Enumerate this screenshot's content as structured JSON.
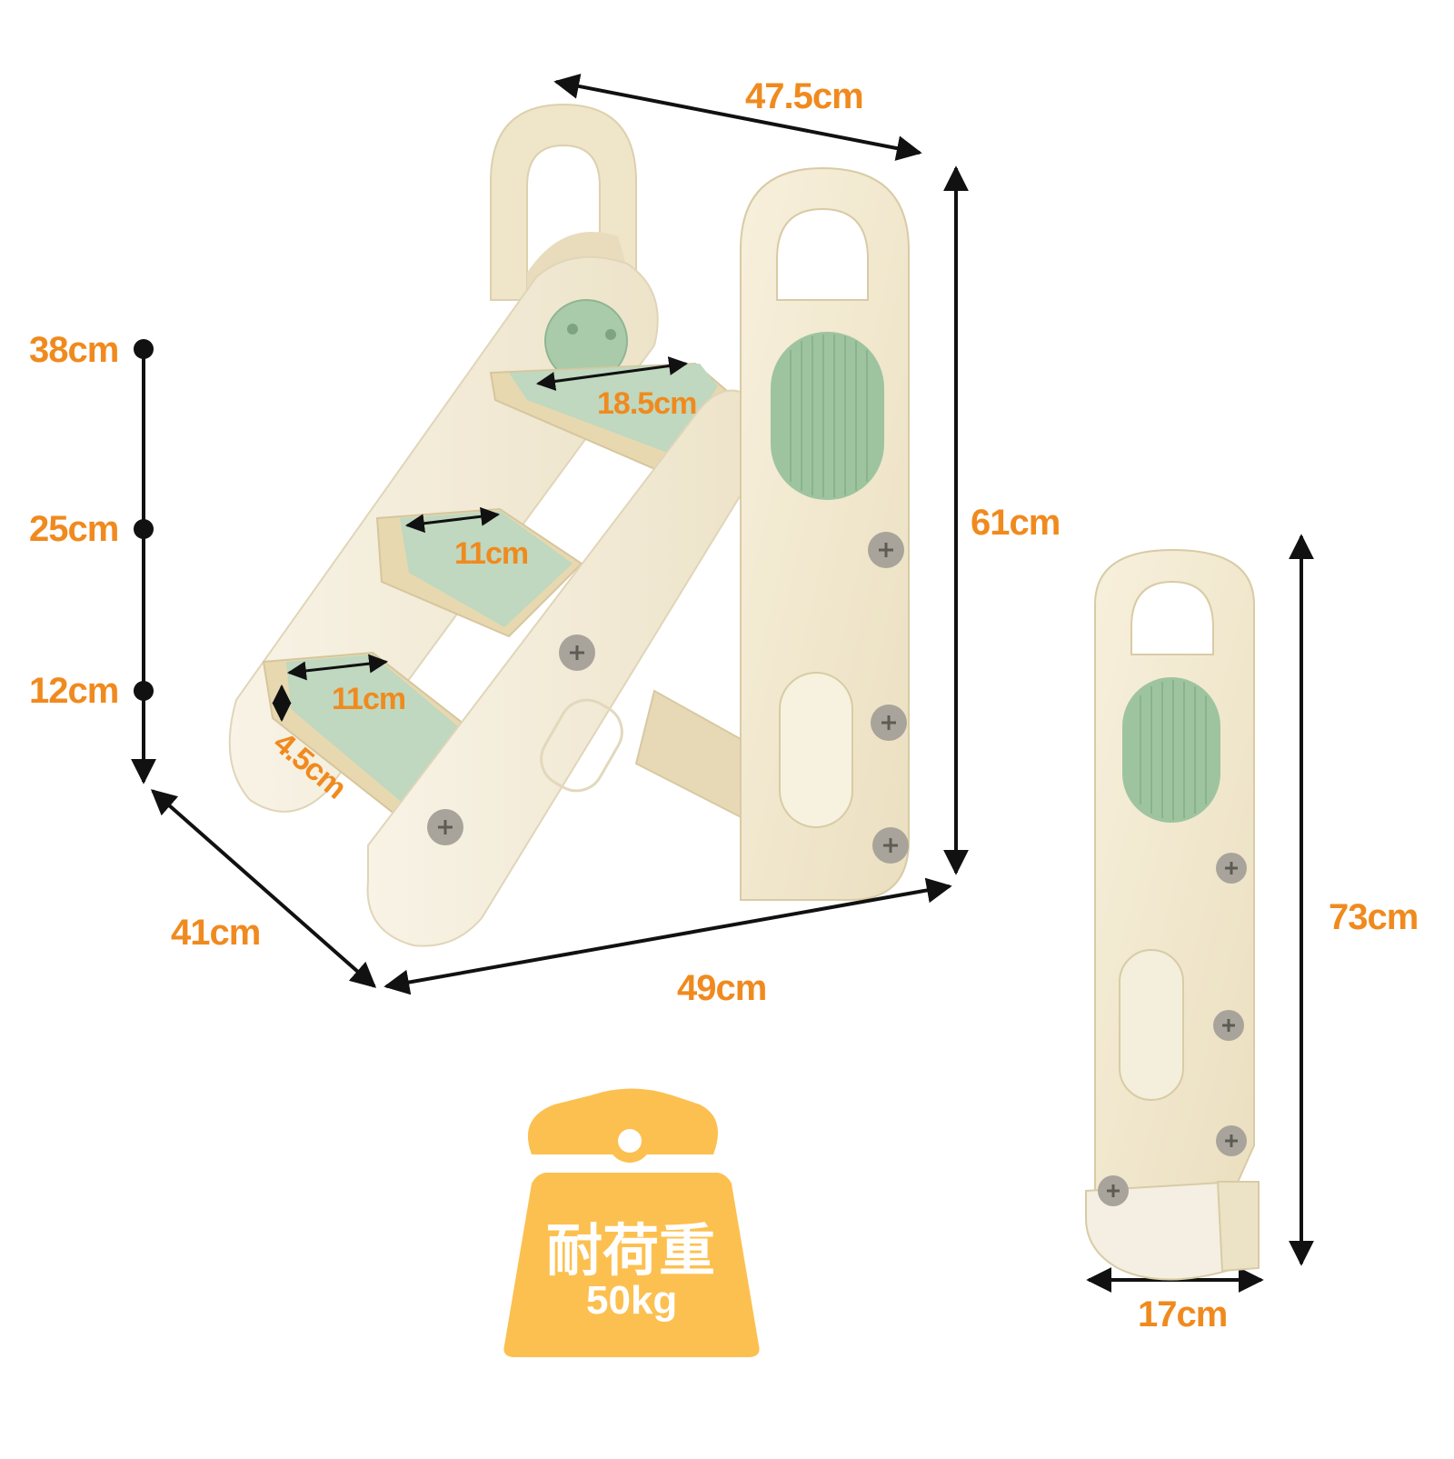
{
  "dimensions": {
    "top_width": "47.5cm",
    "height": "61cm",
    "base_width": "49cm",
    "depth": "41cm",
    "step_top_width": "18.5cm",
    "step_mid_width": "11cm",
    "step_low_width": "11cm",
    "step_thickness": "4.5cm",
    "step_height_top": "38cm",
    "step_height_mid": "25cm",
    "step_height_low": "12cm",
    "folded_height": "73cm",
    "folded_width": "17cm"
  },
  "load_badge": {
    "title": "耐荷重",
    "value": "50kg",
    "icon": "weight-icon"
  },
  "colors": {
    "label": "#f08a1e",
    "body": "#f3ead2",
    "tread": "#bfd8bf",
    "knob": "#9ec49f",
    "badge": "#fcc050",
    "screw": "#a8a49b"
  }
}
